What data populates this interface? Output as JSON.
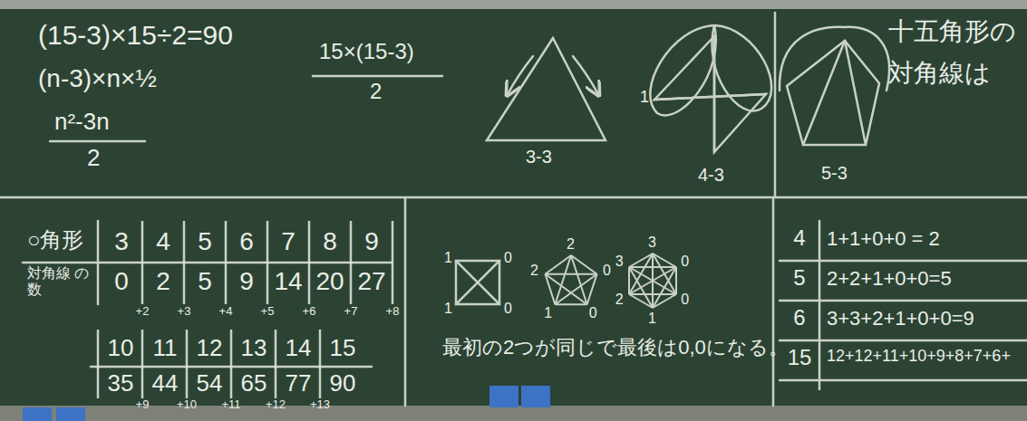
{
  "diagram": {
    "labels": [
      "(15-3)×15÷2=90",
      "(n-3)×n×½",
      "n²-3n",
      "2",
      "15×(15-3)",
      "2",
      "3-3",
      "1",
      "4-3",
      "5-3",
      "十五角形の",
      "対角線は",
      "○角形",
      "対角線 の数",
      "3",
      "4",
      "5",
      "6",
      "7",
      "8",
      "9",
      "0",
      "2",
      "5",
      "9",
      "14",
      "20",
      "27",
      "+2",
      "+3",
      "+4",
      "+5",
      "+6",
      "+7",
      "+8",
      "10",
      "11",
      "12",
      "13",
      "14",
      "15",
      "35",
      "44",
      "54",
      "65",
      "77",
      "90",
      "+9",
      "+10",
      "+11",
      "+12",
      "+13",
      "1",
      "0",
      "1",
      "0",
      "2",
      "2",
      "0",
      "1",
      "0",
      "3",
      "3",
      "0",
      "2",
      "1",
      "0",
      "最初の2つが同じで最後は0,0になる。",
      "4",
      "1+1+0+0 = 2",
      "5",
      "2+2+1+0+0=5",
      "6",
      "3+3+2+1+0+0=9",
      "15",
      "12+12+11+10+9+8+7+6+"
    ]
  }
}
